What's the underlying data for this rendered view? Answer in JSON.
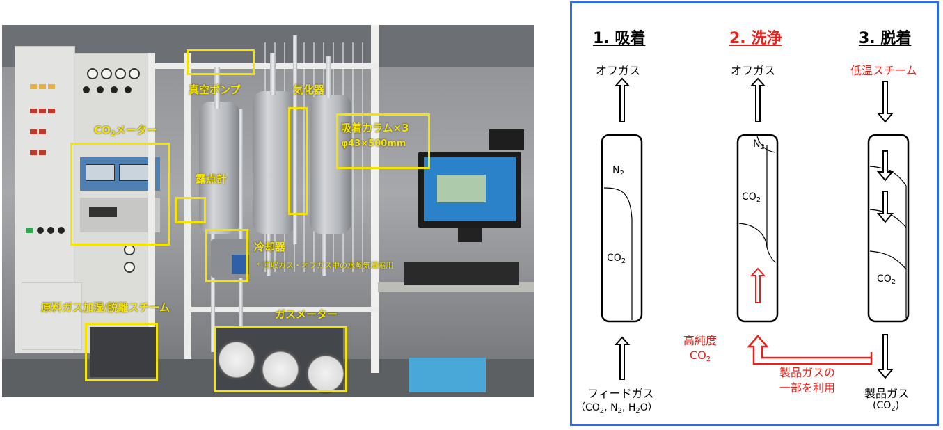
{
  "photo": {
    "labels": {
      "vacuum_pump": "真空ポンプ",
      "vaporizer": "気化器",
      "co2_meter": "CO",
      "co2_meter_sub": "2",
      "co2_meter_rest": "メーター",
      "adsorption_column": "吸着カラム×3",
      "adsorption_column_size": "φ43×500mm",
      "dew_point_meter": "露点計",
      "cooler": "冷却器",
      "cooler_note": "* 回収ガス・オフガス中の水蒸気凝縮用",
      "feed_humidify": "原料ガス加湿/脱離スチーム",
      "gas_meter": "ガスメーター"
    }
  },
  "diagram": {
    "colors": {
      "border": "#2f6be0",
      "accent": "#e8201a",
      "text": "#000000"
    },
    "steps": [
      {
        "title": "1. 吸着",
        "top_label": "オフガス",
        "zone_top_main": "N",
        "zone_top_sub": "2",
        "zone_bottom_main": "CO",
        "zone_bottom_sub": "2",
        "bottom_label": "フィードガス",
        "bottom_detail": {
          "p1": "（CO",
          "s1": "2",
          "p2": ", N",
          "s2": "2",
          "p3": ", H",
          "s3": "2",
          "p4": "O）"
        }
      },
      {
        "title": "2. 洗浄",
        "top_label": "オフガス",
        "zone_top_main": "N",
        "zone_top_sub": "2",
        "zone_mid_main": "CO",
        "zone_mid_sub": "2",
        "side_label_line1": "高純度",
        "side_label_line2_main": "CO",
        "side_label_line2_sub": "2"
      },
      {
        "title": "3. 脱着",
        "top_label": "低温スチーム",
        "zone_bottom_main": "CO",
        "zone_bottom_sub": "2",
        "bottom_label": "製品ガス",
        "bottom_detail": {
          "p1": "(CO",
          "s1": "2",
          "p2": ")"
        }
      }
    ],
    "recycle_label_line1": "製品ガスの",
    "recycle_label_line2": "一部を利用"
  }
}
